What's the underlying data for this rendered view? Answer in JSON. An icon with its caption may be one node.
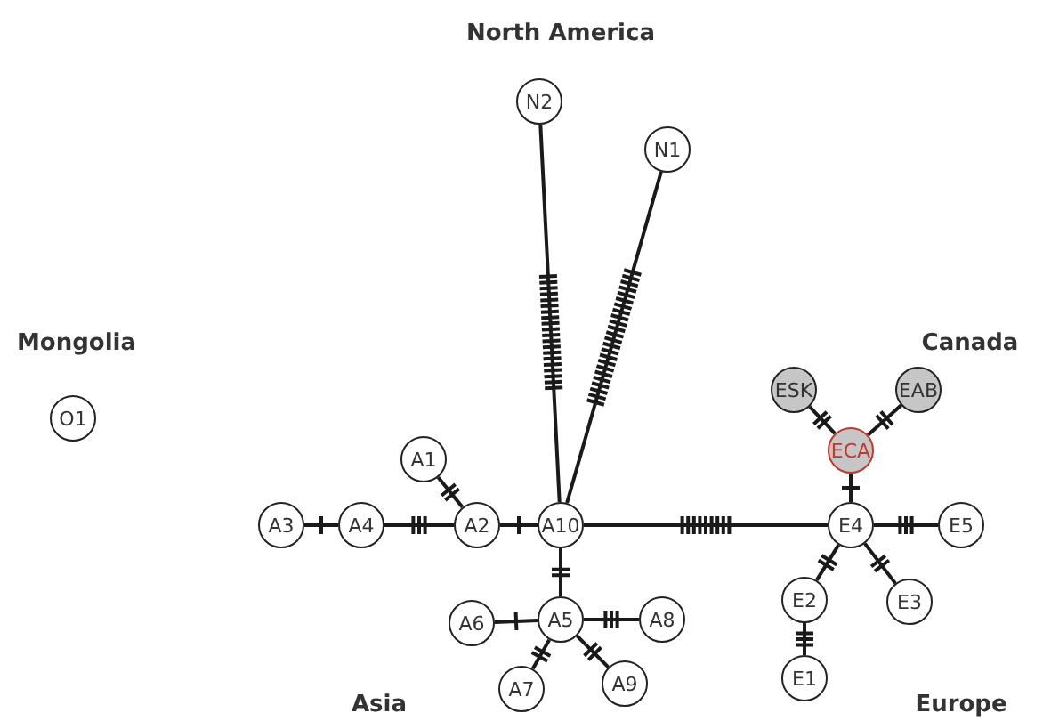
{
  "diagram": {
    "nodes": [
      {
        "text": [
          "N2"
        ]
      },
      {
        "text": [
          "N1"
        ]
      },
      {
        "text": [
          "O1"
        ]
      },
      {
        "text": [
          "ESK"
        ]
      },
      {
        "text": [
          "EAB"
        ]
      },
      {
        "text": [
          "ECA"
        ]
      },
      {
        "text": [
          "A1"
        ]
      },
      {
        "text": [
          "A3"
        ]
      },
      {
        "text": [
          "A4"
        ]
      },
      {
        "text": [
          "A2"
        ]
      },
      {
        "text": [
          "A10"
        ]
      },
      {
        "text": [
          "E4"
        ]
      },
      {
        "text": [
          "E5"
        ]
      },
      {
        "text": [
          "E2"
        ]
      },
      {
        "text": [
          "E3"
        ]
      },
      {
        "text": [
          "A6"
        ]
      },
      {
        "text": [
          "A5"
        ]
      },
      {
        "text": [
          "A8"
        ]
      },
      {
        "text": [
          "A9"
        ]
      },
      {
        "text": [
          "A7"
        ]
      },
      {
        "text": [
          "E1"
        ]
      }
    ],
    "edges": [
      {
        "from": 10,
        "to": 0,
        "arrow": "none"
      },
      {
        "from": 10,
        "to": 1,
        "arrow": "none"
      },
      {
        "from": 10,
        "to": 11,
        "arrow": "none"
      },
      {
        "from": 7,
        "to": 8,
        "arrow": "none"
      },
      {
        "from": 8,
        "to": 9,
        "arrow": "none"
      },
      {
        "from": 9,
        "to": 6,
        "arrow": "none"
      },
      {
        "from": 9,
        "to": 10,
        "arrow": "none"
      },
      {
        "from": 10,
        "to": 16,
        "arrow": "none"
      },
      {
        "from": 16,
        "to": 15,
        "arrow": "none"
      },
      {
        "from": 16,
        "to": 17,
        "arrow": "none"
      },
      {
        "from": 16,
        "to": 19,
        "arrow": "none"
      },
      {
        "from": 16,
        "to": 18,
        "arrow": "none"
      },
      {
        "from": 11,
        "to": 5,
        "arrow": "none"
      },
      {
        "from": 5,
        "to": 3,
        "arrow": "none"
      },
      {
        "from": 5,
        "to": 4,
        "arrow": "none"
      },
      {
        "from": 11,
        "to": 12,
        "arrow": "none"
      },
      {
        "from": 11,
        "to": 13,
        "arrow": "none"
      },
      {
        "from": 11,
        "to": 14,
        "arrow": "none"
      },
      {
        "from": 13,
        "to": 20,
        "arrow": "none"
      }
    ],
    "labels": [
      "North America",
      "Mongolia",
      "Canada",
      "Asia",
      "Europe"
    ]
  }
}
